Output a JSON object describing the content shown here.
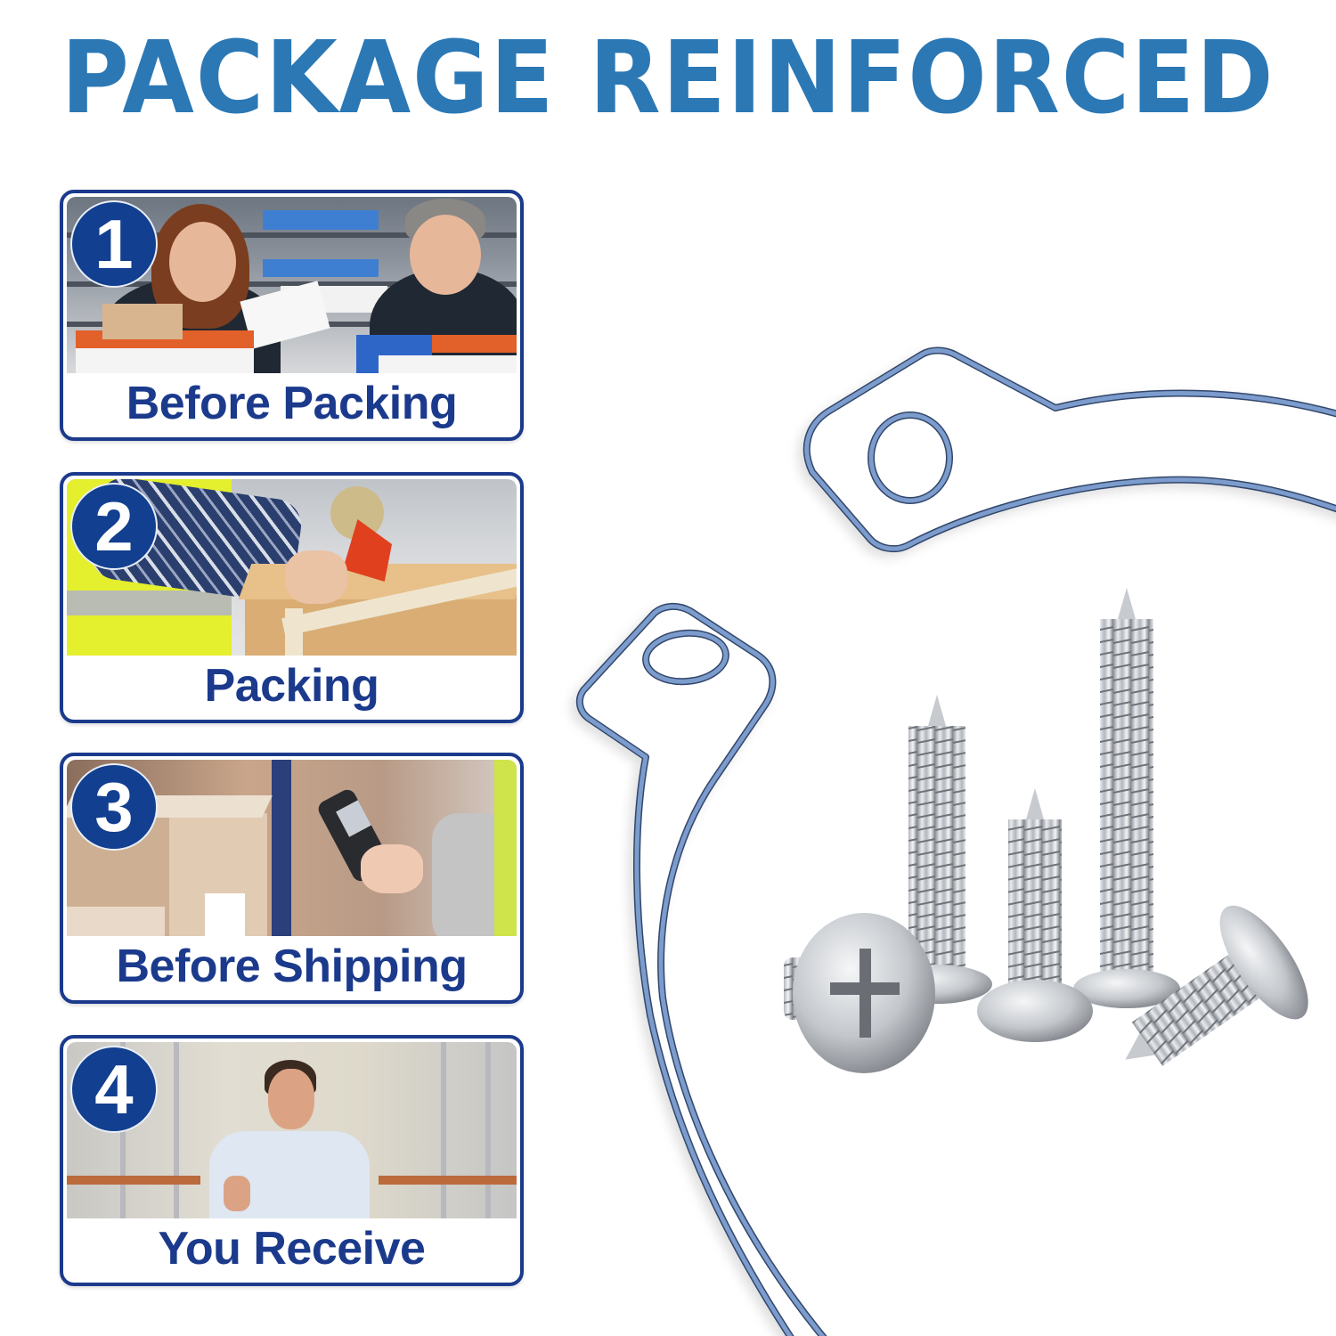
{
  "header": {
    "title": "PACKAGE REINFORCED",
    "title_color": "#2b78b5"
  },
  "steps": [
    {
      "number": "1",
      "label": "Before Packing",
      "scene": "two workers checking paperwork at warehouse bins"
    },
    {
      "number": "2",
      "label": "Packing",
      "scene": "worker in hi-vis vest sealing cardboard box with tape dispenser"
    },
    {
      "number": "3",
      "label": "Before Shipping",
      "scene": "worker scanning boxed package with handheld barcode scanner"
    },
    {
      "number": "4",
      "label": "You Receive",
      "scene": "smiling man giving thumbs up in warehouse aisle"
    }
  ],
  "colors": {
    "card_border": "#1b3a8c",
    "caption_text": "#1b3a8c",
    "badge_fill": "#123f8f",
    "badge_text": "#ffffff",
    "outline_stroke": "#7b9ccd",
    "outline_edge": "#33476b"
  },
  "product": {
    "description": "stainless steel pan head Phillips self-tapping screws",
    "count_shown": 5
  }
}
